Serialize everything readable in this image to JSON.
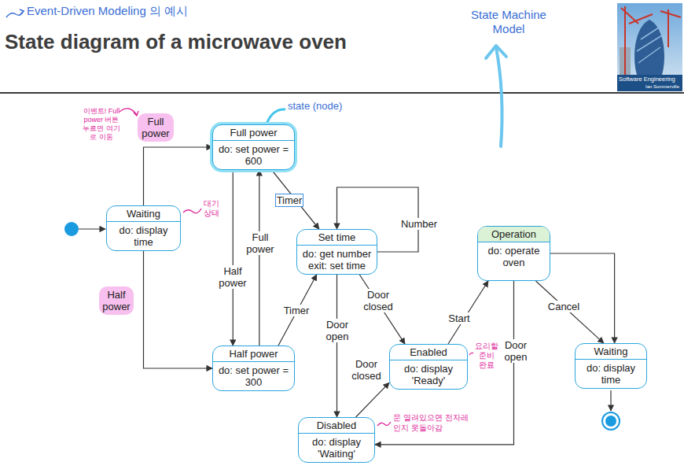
{
  "diagram": {
    "title": "State diagram of a microwave oven",
    "nodes": [
      {
        "text": [
          "Full power",
          "do: set power = 600"
        ]
      },
      {
        "text": [
          "Waiting",
          "do: display time"
        ]
      },
      {
        "text": [
          "Set time",
          "do: get number exit: set time"
        ]
      },
      {
        "text": [
          "Operation",
          "do: operate oven"
        ]
      },
      {
        "text": [
          "Half power",
          "do: set power = 300"
        ]
      },
      {
        "text": [
          "Enabled",
          "do: display 'Ready'"
        ]
      },
      {
        "text": [
          "Waiting",
          "do: display time"
        ]
      },
      {
        "text": [
          "Disabled",
          "do: display 'Waiting'"
        ]
      }
    ],
    "edges": [
      {
        "from": 1,
        "to": 0,
        "arrow": "to",
        "label": "Full power"
      },
      {
        "from": 1,
        "to": 4,
        "arrow": "to",
        "label": "Half power"
      },
      {
        "from": 0,
        "to": 4,
        "arrow": "to",
        "label": "Half power"
      },
      {
        "from": 4,
        "to": 0,
        "arrow": "to",
        "label": "Full power"
      },
      {
        "from": 0,
        "to": 2,
        "arrow": "to",
        "label": "Timer"
      },
      {
        "from": 4,
        "to": 2,
        "arrow": "to",
        "label": "Timer"
      },
      {
        "from": 2,
        "to": 2,
        "arrow": "to",
        "label": "Number"
      },
      {
        "from": 2,
        "to": 7,
        "arrow": "to",
        "label": "Door open"
      },
      {
        "from": 2,
        "to": 5,
        "arrow": "to",
        "label": "Door closed"
      },
      {
        "from": 7,
        "to": 5,
        "arrow": "to",
        "label": "Door closed"
      },
      {
        "from": 5,
        "to": 3,
        "arrow": "to",
        "label": "Start"
      },
      {
        "from": 3,
        "to": 6,
        "arrow": "to",
        "label": "Cancel"
      },
      {
        "from": 3,
        "to": 6,
        "arrow": "to"
      },
      {
        "from": 3,
        "to": 7,
        "arrow": "to",
        "label": "Door open"
      }
    ],
    "labels": [
      "Event-Driven Modeling 의 예시",
      "State Machine Model",
      "Software Engineering",
      "Ian Sommerville",
      "state (node)",
      "이벤트! Full power 버튼 누르면 여기로 이동",
      "대기 상태",
      "요리할 준비 완료",
      "문 열려있으면 전자레인지 못돌아감"
    ]
  }
}
